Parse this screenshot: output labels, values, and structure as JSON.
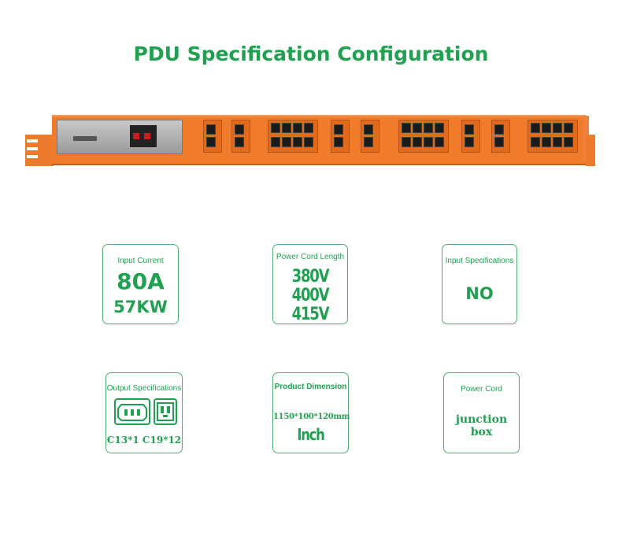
{
  "header": {
    "title": "PDU Specification Configuration"
  },
  "colors": {
    "accent": "#22a052",
    "pdu_orange": "#ef7b2b"
  },
  "specs": {
    "input_current": {
      "label": "Input Current",
      "value": "80A",
      "power": "57KW"
    },
    "power_cord_length": {
      "label": "Power Cord Length",
      "values": [
        "380V",
        "400V",
        "415V"
      ]
    },
    "input_specifications": {
      "label": "Input Specifications",
      "value": "NO"
    },
    "output_specifications": {
      "label": "Output Specifications",
      "value": "C13*1 C19*12",
      "icons": [
        "c13-outlet-icon",
        "c19-outlet-icon"
      ]
    },
    "product_dimension": {
      "label": "Product Dimension",
      "size": "1150*100*120mm",
      "unit": "Inch"
    },
    "power_cord": {
      "label": "Power Cord",
      "value": "junction box"
    }
  }
}
